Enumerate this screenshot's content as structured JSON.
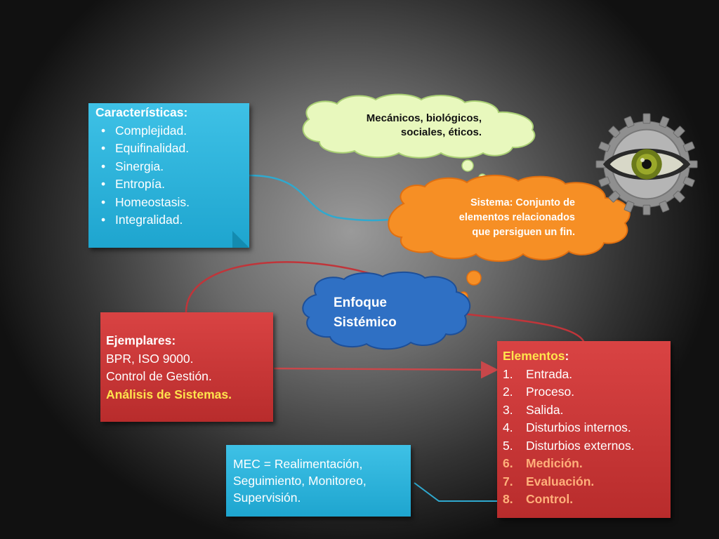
{
  "caracteristicas": {
    "title": "Características:",
    "items": [
      "Complejidad.",
      "Equifinalidad.",
      "Sinergia.",
      "Entropía.",
      "Homeostasis.",
      "Integralidad."
    ]
  },
  "mecanicos": {
    "line1": "Mecánicos, biológicos,",
    "line2": "sociales, éticos."
  },
  "sistema": {
    "line1": "Sistema: Conjunto de",
    "line2": "elementos relacionados",
    "line3": "que persiguen un fin."
  },
  "enfoque": {
    "line1": "Enfoque",
    "line2": "Sistémico"
  },
  "ejemplares": {
    "title": "Ejemplares:",
    "line1": "BPR, ISO 9000.",
    "line2": "Control de Gestión.",
    "highlight": "Análisis de Sistemas."
  },
  "elementos": {
    "title": "Elementos",
    "title_suffix": ":",
    "items": [
      {
        "num": "1.",
        "label": "Entrada."
      },
      {
        "num": "2.",
        "label": "Proceso."
      },
      {
        "num": "3.",
        "label": "Salida."
      },
      {
        "num": "4.",
        "label": "Disturbios internos."
      },
      {
        "num": "5.",
        "label": "Disturbios externos."
      },
      {
        "num": "6.",
        "label": "Medición."
      },
      {
        "num": "7.",
        "label": "Evaluación."
      },
      {
        "num": "8.",
        "label": "Control."
      }
    ]
  },
  "mec": {
    "line1": "MEC = Realimentación,",
    "line2": "Seguimiento, Monitoreo,",
    "line3": "Supervisión."
  },
  "colors": {
    "blue_box": "#2bb3dc",
    "red_box": "#c73636",
    "orange_cloud": "#f58a1f",
    "green_cloud": "#e6f7b8",
    "blue_cloud": "#2e6fc2",
    "highlight_yellow": "#ffe44d",
    "highlight_orange": "#ffb07a"
  },
  "icons": {
    "gear_eye": "gear-eye-icon"
  }
}
